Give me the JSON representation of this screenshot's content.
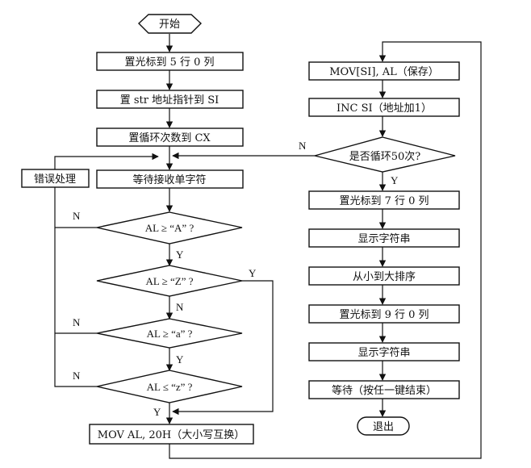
{
  "flowchart": {
    "left": {
      "start": "开始",
      "set_cursor_5_0": "置光标到 5 行 0 列",
      "set_str_to_si": "置 str 地址指针到 SI",
      "set_loop_count_cx": "置循环次数到 CX",
      "wait_receive_char": "等待接收单字符",
      "error_handling": "错误处理",
      "check_ge_A": "AL ≥ “A” ?",
      "check_ge_Z": "AL ≥ “Z” ?",
      "check_ge_a": "AL ≥ “a” ?",
      "check_le_z": "AL ≤ “z” ?",
      "mov_al_20h": "MOV AL, 20H（大小写互换）"
    },
    "right": {
      "mov_si_al": "MOV[SI], AL（保存）",
      "inc_si": "INC SI（地址加1）",
      "check_loop_50": "是否循环50次?",
      "set_cursor_7_0": "置光标到 7 行 0 列",
      "show_string_1": "显示字符串",
      "sort_ascending": "从小到大排序",
      "set_cursor_9_0": "置光标到 9 行 0 列",
      "show_string_2": "显示字符串",
      "wait_any_key": "等待（按任一键结束）",
      "exit": "退出"
    },
    "branch_labels": {
      "ge_A_no": "N",
      "ge_A_yes": "Y",
      "ge_Z_yes": "Y",
      "ge_Z_no": "N",
      "ge_a_no": "N",
      "ge_a_yes": "Y",
      "le_z_no": "N",
      "le_z_yes": "Y",
      "loop_no": "N",
      "loop_yes": "Y"
    }
  }
}
